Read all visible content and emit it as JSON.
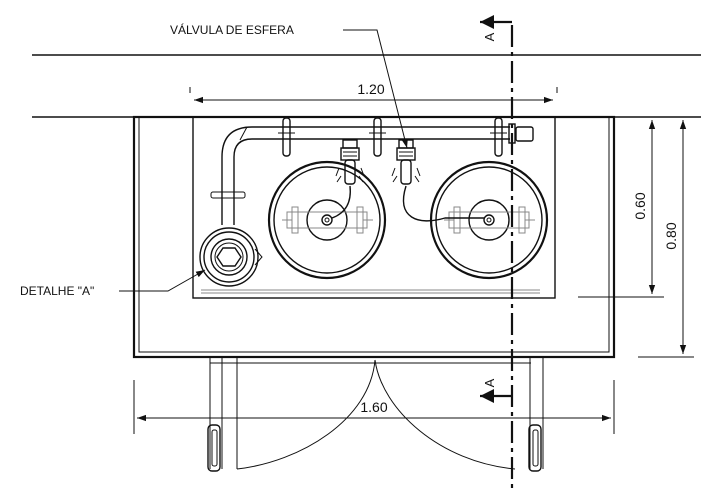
{
  "labels": {
    "valve": "VÁLVULA DE ESFERA",
    "detail": "DETALHE \"A\""
  },
  "section": {
    "top": "A",
    "bottom": "A"
  },
  "dimensions": {
    "width_inner": "1.20",
    "height_inner": "0.60",
    "height_outer": "0.80",
    "width_outer": "1.60"
  }
}
